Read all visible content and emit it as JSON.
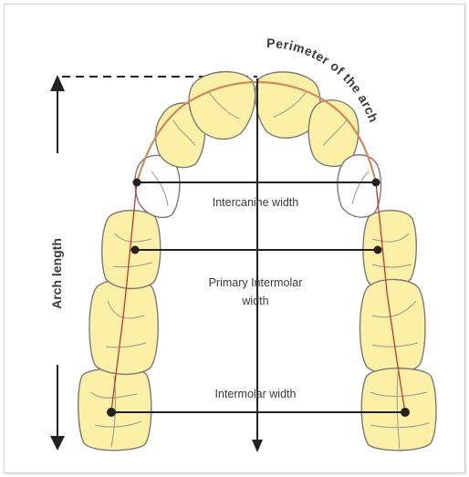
{
  "labels": {
    "perimeter": "Perimeter of the arch",
    "arch_length": "Arch length",
    "intercanine": "Intercanine width",
    "primary_intermolar_1": "Primary Intermolar",
    "primary_intermolar_2": "width",
    "intermolar": "Intermolar width"
  },
  "colors": {
    "tooth_fill": "#fbf0a6",
    "tooth_stroke": "#7d7a74",
    "perimeter_curve": "#cf8a5a",
    "line": "#333333"
  }
}
